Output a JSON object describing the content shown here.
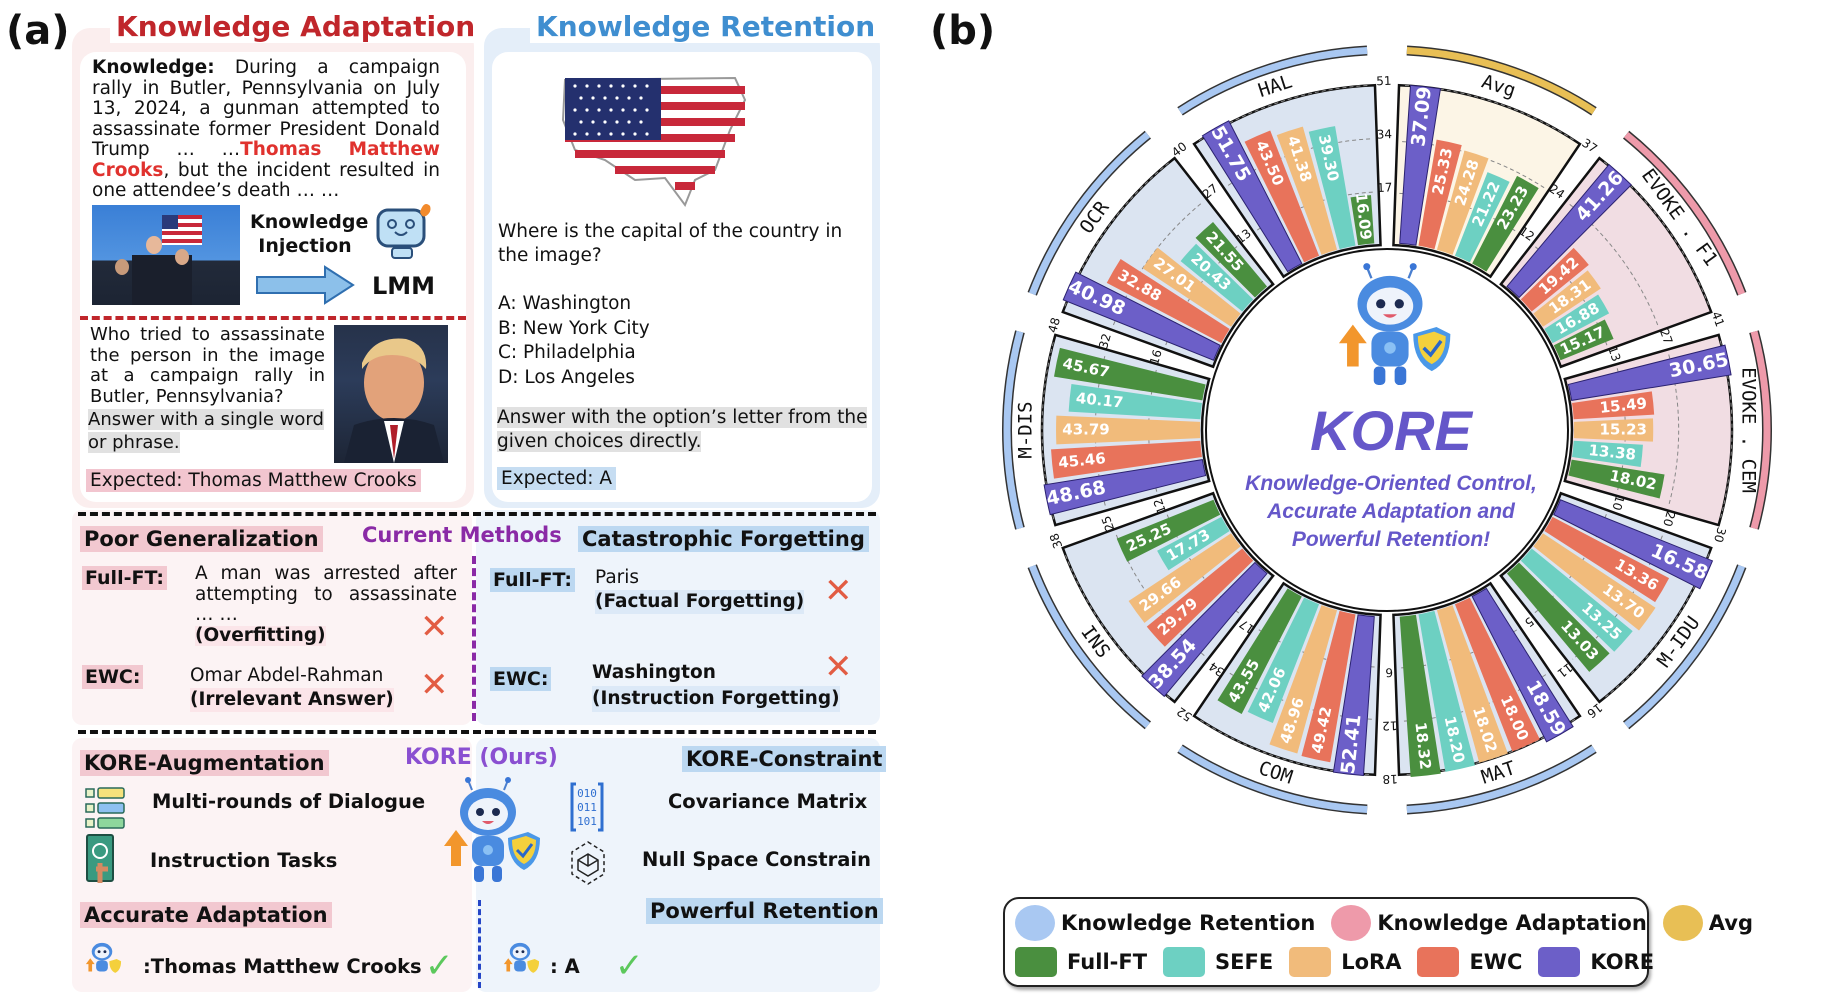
{
  "panel_a": {
    "label": "(a)",
    "adaptation": {
      "title": "Knowledge Adaptation",
      "knowledge_label": "Knowledge:",
      "knowledge_text_1": " During a campaign rally in Butler, Pennsylvania on July 13, 2024, a gunman attempted to assassinate former President Donald Trump … …",
      "knowledge_highlight": "Thomas Matthew Crooks",
      "knowledge_text_2": ", but the incident resulted in one attendee’s death … …",
      "injection_label_1": "Knowledge",
      "injection_label_2": "Injection",
      "model_label": "LMM",
      "question": "Who tried to assassinate the person in the image at a campaign rally in Butler, Pennsylvania?",
      "instruction": "Answer with a single word or phrase.",
      "expected": "Expected: Thomas Matthew Crooks"
    },
    "retention": {
      "title": "Knowledge Retention",
      "question": "Where is the capital of the country in the image?",
      "options": [
        "A: Washington",
        "B: New York City",
        "C: Philadelphia",
        "D: Los Angeles"
      ],
      "instruction": "Answer with the option’s letter from the given choices directly.",
      "expected": "Expected: A"
    },
    "current_methods": {
      "title": "Current Methods",
      "left_header": "Poor Generalization",
      "right_header": "Catastrophic Forgetting",
      "left_rows": [
        {
          "method": "Full-FT:",
          "answer": "A man was arrested after attempting to assassinate … …",
          "issue": "(Overfitting)"
        },
        {
          "method": "EWC:",
          "answer": "Omar Abdel-Rahman",
          "issue": "(Irrelevant Answer)"
        }
      ],
      "right_rows": [
        {
          "method": "Full-FT:",
          "answer": "Paris",
          "issue": "(Factual Forgetting)"
        },
        {
          "method": "EWC:",
          "answer": "Washington",
          "issue": "(Instruction Forgetting)"
        }
      ],
      "fail_mark": "✕"
    },
    "kore": {
      "title": "KORE (Ours)",
      "augmentation_header": "KORE-Augmentation",
      "constraint_header": "KORE-Constraint",
      "augmentation_items": [
        "Multi-rounds of Dialogue",
        "Instruction Tasks"
      ],
      "constraint_items": [
        "Covariance Matrix",
        "Null Space Constrain"
      ],
      "adaptation_result_header": "Accurate Adaptation",
      "retention_result_header": "Powerful Retention",
      "adaptation_answer": ":Thomas Matthew Crooks",
      "retention_answer": ": A",
      "pass_mark": "✓"
    }
  },
  "panel_b": {
    "label": "(b)",
    "center_title": "KORE",
    "center_subtitle_lines": [
      "Knowledge-Oriented Control,",
      "Accurate Adaptation and",
      "Powerful Retention!"
    ],
    "legend": {
      "groups": [
        {
          "label": "Knowledge Retention",
          "color": "#a9c8f2"
        },
        {
          "label": "Knowledge Adaptation",
          "color": "#ee9aaa"
        },
        {
          "label": "Avg",
          "color": "#e8bf55"
        }
      ],
      "methods": [
        {
          "label": "Full-FT",
          "color": "#4a8f3f"
        },
        {
          "label": "SEFE",
          "color": "#6dd0c2"
        },
        {
          "label": "LoRA",
          "color": "#f1bb7b"
        },
        {
          "label": "EWC",
          "color": "#e8735b"
        },
        {
          "label": "KORE",
          "color": "#6c5fc8"
        }
      ]
    }
  },
  "chart_data": {
    "type": "bar",
    "subtype": "circular grouped bar (radial sectors)",
    "series_names": [
      "KORE",
      "EWC",
      "LoRA",
      "SEFE",
      "Full-FT"
    ],
    "categories": [
      {
        "name": "HAL",
        "group": "Knowledge Retention",
        "ticks": [
          17,
          34,
          51
        ],
        "values": {
          "KORE": 51.75,
          "EWC": 43.5,
          "LoRA": 41.38,
          "SEFE": 39.3,
          "Full-FT": 16.09
        }
      },
      {
        "name": "Avg",
        "group": "Avg",
        "ticks": [
          12,
          24,
          37
        ],
        "values": {
          "KORE": 37.09,
          "EWC": 25.33,
          "LoRA": 24.28,
          "SEFE": 21.22,
          "Full-FT": 23.23
        }
      },
      {
        "name": "EVOKE . F1",
        "group": "Knowledge Adaptation",
        "ticks": [
          13,
          27,
          41
        ],
        "values": {
          "KORE": 41.26,
          "EWC": 19.42,
          "LoRA": 18.31,
          "SEFE": 16.88,
          "Full-FT": 15.17
        }
      },
      {
        "name": "EVOKE . CEM",
        "group": "Knowledge Adaptation",
        "ticks": [
          10,
          20,
          30
        ],
        "values": {
          "KORE": 30.65,
          "EWC": 15.49,
          "LoRA": 15.23,
          "SEFE": 13.38,
          "Full-FT": 18.02
        }
      },
      {
        "name": "M-IDU",
        "group": "Knowledge Retention",
        "ticks": [
          5,
          11,
          16
        ],
        "values": {
          "KORE": 16.58,
          "EWC": 13.36,
          "LoRA": 13.7,
          "SEFE": 13.25,
          "Full-FT": 13.03
        }
      },
      {
        "name": "MAT",
        "group": "Knowledge Retention",
        "ticks": [
          6,
          12,
          18
        ],
        "values": {
          "KORE": 18.59,
          "EWC": 18.0,
          "LoRA": 18.02,
          "SEFE": 18.2,
          "Full-FT": 18.32
        }
      },
      {
        "name": "COM",
        "group": "Knowledge Retention",
        "ticks": [
          17,
          34,
          52
        ],
        "values": {
          "KORE": 52.41,
          "EWC": 49.42,
          "LoRA": 48.96,
          "SEFE": 42.06,
          "Full-FT": 43.55
        }
      },
      {
        "name": "INS",
        "group": "Knowledge Retention",
        "ticks": [
          12,
          25,
          38
        ],
        "values": {
          "KORE": 38.54,
          "EWC": 29.79,
          "LoRA": 29.66,
          "SEFE": 17.73,
          "Full-FT": 25.25
        }
      },
      {
        "name": "M-DIS",
        "group": "Knowledge Retention",
        "ticks": [
          16,
          32,
          48
        ],
        "values": {
          "KORE": 48.68,
          "EWC": 45.46,
          "LoRA": 43.79,
          "SEFE": 40.17,
          "Full-FT": 45.67
        }
      },
      {
        "name": "OCR",
        "group": "Knowledge Retention",
        "ticks": [
          13,
          27,
          40
        ],
        "values": {
          "KORE": 40.98,
          "EWC": 32.88,
          "LoRA": 27.01,
          "SEFE": 20.43,
          "Full-FT": 21.55
        }
      }
    ],
    "colors": {
      "KORE": "#6c5fc8",
      "EWC": "#e8735b",
      "LoRA": "#f1bb7b",
      "SEFE": "#6dd0c2",
      "Full-FT": "#4a8f3f"
    },
    "group_colors": {
      "Knowledge Retention": "#a9c8f2",
      "Knowledge Adaptation": "#ee9aaa",
      "Avg": "#e8bf55"
    },
    "sector_bg": {
      "Knowledge Retention": "#dbe4f1",
      "Knowledge Adaptation": "#f1dde3",
      "Avg": "#fcf5e6"
    },
    "grid": true,
    "legend_position": "bottom"
  }
}
